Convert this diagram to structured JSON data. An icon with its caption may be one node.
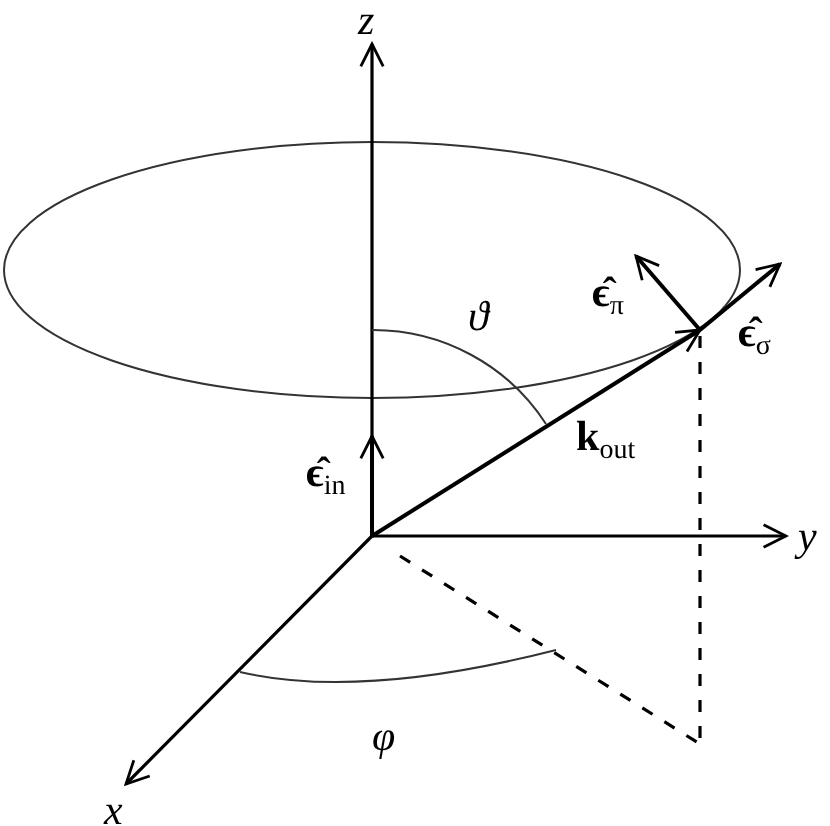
{
  "diagram": {
    "labels": [
      "z",
      "**ϵ̂**$_{π}$",
      "ϑ",
      "**ϵ̂**$_{σ}$",
      "**k**$_{out}$",
      "**ϵ̂**$_{in}$",
      "y",
      "φ",
      "x"
    ]
  }
}
